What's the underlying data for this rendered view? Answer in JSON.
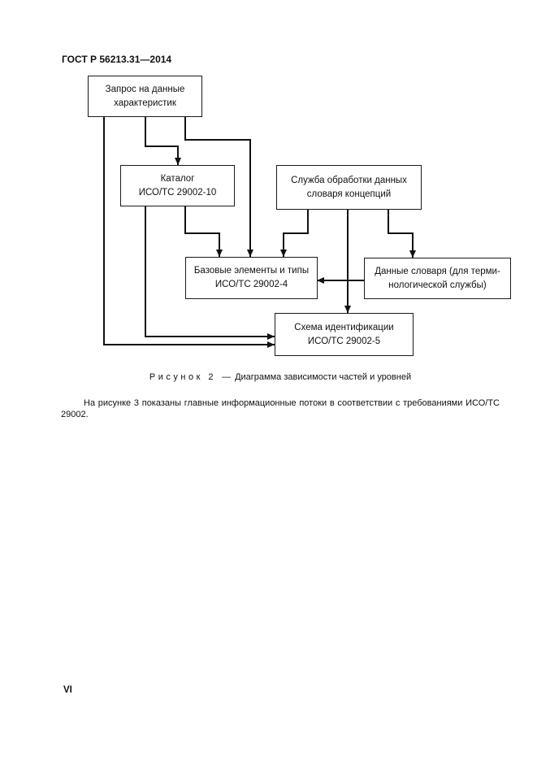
{
  "page": {
    "header_title": "ГОСТ Р 56213.31—2014",
    "page_number": "VI"
  },
  "figure": {
    "caption_label": "Рисунок 2",
    "caption_separator": "—",
    "caption_text": "Диаграмма зависимости частей и уровней"
  },
  "body": {
    "paragraph": "На рисунке 3 показаны главные информационные потоки в соответствии с требованиями ИСО/ТС 29002."
  },
  "diagram": {
    "colors": {
      "line": "#111111",
      "box_border": "#1a1a1a",
      "background": "#ffffff"
    },
    "nodes": {
      "request": {
        "line1": "Запрос на данные",
        "line2": "характеристик"
      },
      "catalog": {
        "line1": "Каталог",
        "line2": "ИСО/ТС 29002-10"
      },
      "service": {
        "line1": "Служба обработки данных",
        "line2": "словаря концепций"
      },
      "elements": {
        "line1": "Базовые элементы и типы",
        "line2": "ИСО/ТС 29002-4"
      },
      "dictionary": {
        "line1": "Данные словаря (для терми-",
        "line2": "нологической службы)"
      },
      "scheme": {
        "line1": "Схема идентификации",
        "line2": "ИСО/ТС 29002-5"
      }
    },
    "edges": [
      {
        "from": "request",
        "to": "scheme",
        "enters": "left"
      },
      {
        "from": "request",
        "to": "catalog",
        "enters": "top"
      },
      {
        "from": "request",
        "to": "elements",
        "enters": "top"
      },
      {
        "from": "catalog",
        "to": "scheme",
        "enters": "left"
      },
      {
        "from": "catalog",
        "to": "elements",
        "enters": "top"
      },
      {
        "from": "service",
        "to": "elements",
        "enters": "top"
      },
      {
        "from": "service",
        "to": "scheme",
        "enters": "top"
      },
      {
        "from": "service",
        "to": "dictionary",
        "enters": "top"
      },
      {
        "from": "dictionary",
        "to": "elements",
        "enters": "right"
      }
    ]
  }
}
